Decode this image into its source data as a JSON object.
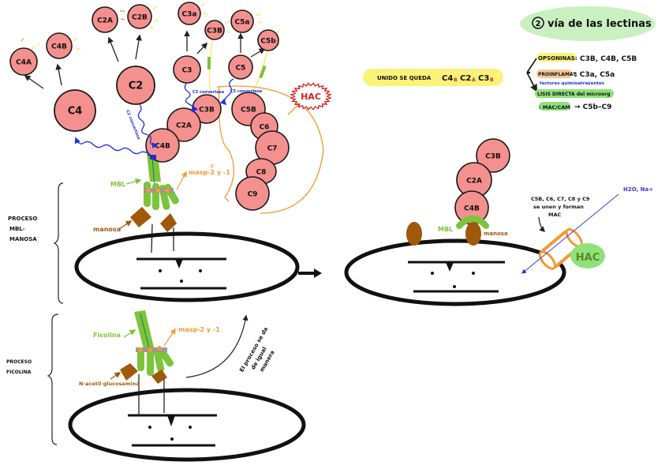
{
  "title": {
    "number": "2",
    "text": "vía de las lectinas"
  },
  "colors": {
    "protein_fill": "#f4908e",
    "protein_stroke": "#1a1a1a",
    "lectin_green": "#7cc43a",
    "sugar_brown": "#a0580a",
    "enzyme_orange": "#f29a2e",
    "arrow_blue": "#1f2fe0",
    "highlight_yellow": "#fbf27a",
    "highlight_green": "#c9f0c0",
    "highlight_orange": "#f7c99a",
    "hac_red": "#d62020",
    "flash_yellow": "#f6ec6c"
  },
  "top_proteins": {
    "c4": "C4",
    "c4a": "C4A",
    "c4b_free": "C4B",
    "c2": "C2",
    "c2a": "C2A",
    "c2b": "C2B",
    "c3": "C3",
    "c3a": "C3a",
    "c3b_free": "C3B",
    "c5": "C5",
    "c5a": "C5a",
    "c5b_free": "C5b",
    "c4b_bound": "C4B",
    "c2a_bound": "C2A",
    "c3b_bound": "C3B",
    "c5b_bound": "C5B",
    "c6": "C6",
    "c7": "C7",
    "c8": "C8",
    "c9": "C9"
  },
  "annotations": {
    "c2_convertasa": "C2 convertasa",
    "c3_convertasa": "C3 convertasa",
    "c5_convertasa": "C5 convertasa",
    "masp": "masp-2 y -1",
    "masp_sup": "-3",
    "hac": "HAC",
    "mbl": "MBL",
    "manosa": "manosa",
    "ficolina": "Ficolina",
    "n_acetil": "N-acetil glucosamina",
    "proceso_mbl": [
      "PROCESO",
      "MBL-",
      "MANOSA"
    ],
    "proceso_ficolina": [
      "PROCESO",
      "FICOLINA"
    ],
    "same_process": [
      "El proceso se da",
      "de igual",
      "manera"
    ]
  },
  "summary": {
    "unido_label": "UNIDO SE QUEDA",
    "unido_items": [
      {
        "base": "C4",
        "sub": "B"
      },
      {
        "base": "C2",
        "sub": "A"
      },
      {
        "base": "C3",
        "sub": "B"
      }
    ],
    "opsoninas_label": "OPSONINAS:",
    "opsoninas_value": "C3B, C4B, C5B",
    "proinflam_label": "PROINFLAMAT.",
    "proinflam_value": ": C3a, C5a",
    "proinflam_note": "factores quimioatrayentes",
    "lisis_label": "LISIS DIRECTA del microorg",
    "mac_label": ": MAC/CAM",
    "mac_value": "→ C5b–C9"
  },
  "right_diagram": {
    "c3b": "C3B",
    "c2a": "C2A",
    "c4b": "C4B",
    "mbl": "MBL",
    "manosa": "manosa",
    "mac_note": [
      "C5B, C6, C7, C8 y C9",
      "se unen y forman",
      "MAC"
    ],
    "ions": "H2O, Na+",
    "hac": "HAC"
  }
}
